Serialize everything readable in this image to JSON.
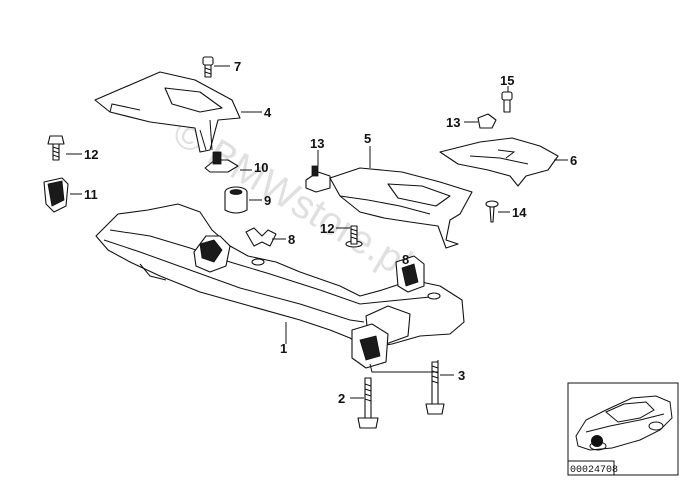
{
  "watermark": "© BMWstore.pl",
  "reference_code": "00024708",
  "callouts": [
    "1",
    "2",
    "3",
    "4",
    "5",
    "6",
    "7",
    "8",
    "8",
    "9",
    "10",
    "11",
    "12",
    "12",
    "13",
    "13",
    "14",
    "15"
  ]
}
